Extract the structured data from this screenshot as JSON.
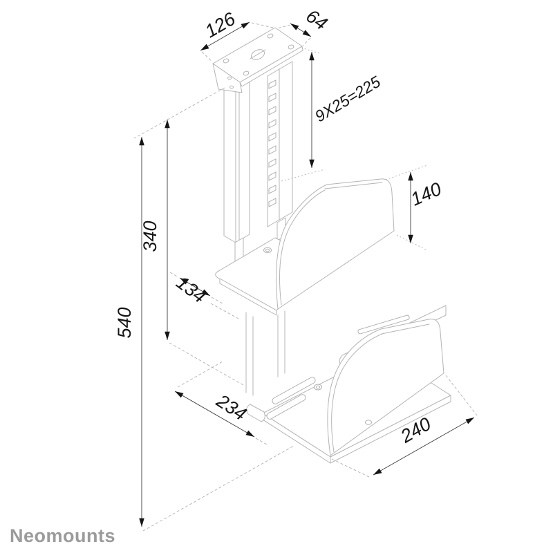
{
  "page": {
    "background": "#ffffff"
  },
  "logo": {
    "text": "Neomounts",
    "color": "#9b9b9b"
  },
  "drawing": {
    "kind": "isometric-technical-line-drawing",
    "product": "under-desk / ceiling CPU holder",
    "line_color": "#b4b4b4",
    "dimension_text_color": "#161616",
    "dimensions": {
      "plate_width": "126",
      "plate_depth": "64",
      "hole_pattern": "9X25=225",
      "column_height": "340",
      "clamp_panel_height": "140",
      "clamp_depth": "134",
      "total_height": "540",
      "holder_depth": "234",
      "holder_width": "240"
    }
  }
}
